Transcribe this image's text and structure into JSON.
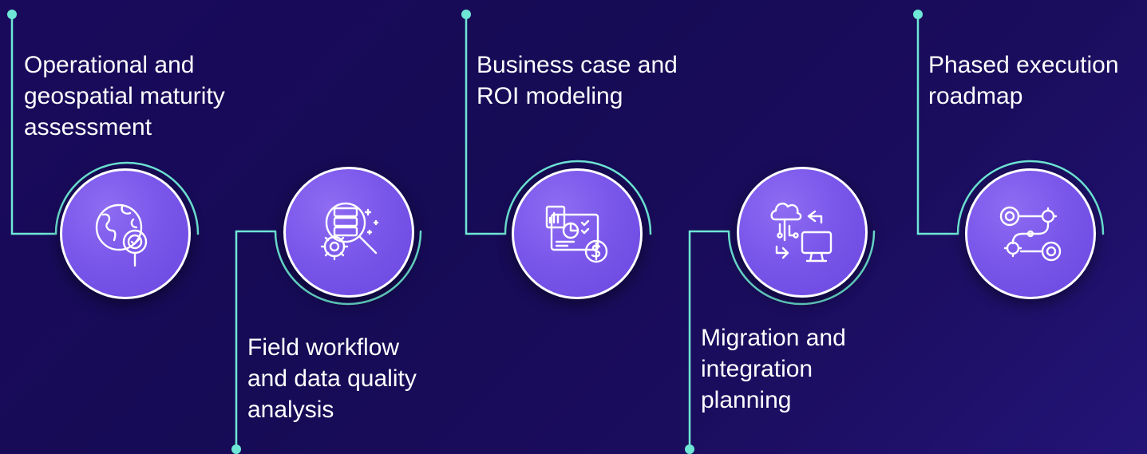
{
  "steps": [
    {
      "label": "Operational and\ngeospatial maturity\nassessment",
      "icon": "globe-search-icon"
    },
    {
      "label": "Field workflow\nand data quality\nanalysis",
      "icon": "data-analysis-icon"
    },
    {
      "label": "Business case and\nROI modeling",
      "icon": "business-roi-icon"
    },
    {
      "label": "Migration and\nintegration\nplanning",
      "icon": "cloud-migration-icon"
    },
    {
      "label": "Phased execution\nroadmap",
      "icon": "roadmap-icon"
    }
  ],
  "colors": {
    "background": "#170b57",
    "connector": "#6ee7d6",
    "node_fill": "#7b58ea",
    "node_border": "#ffffff",
    "text": "#ffffff"
  }
}
